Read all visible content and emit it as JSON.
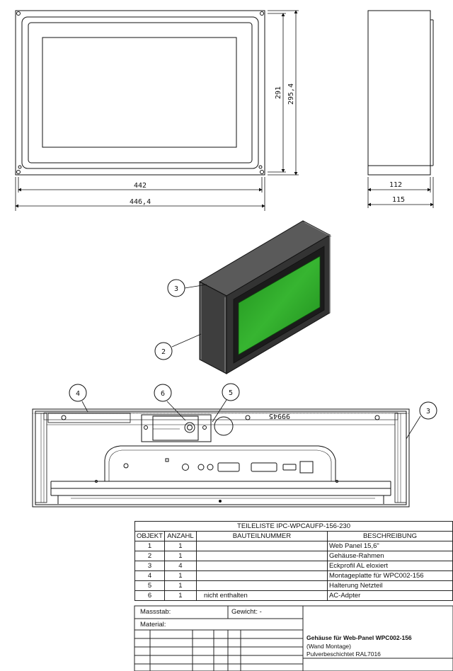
{
  "drawing": {
    "dimensions": {
      "width_inner": "442",
      "width_outer": "446,4",
      "height_inner": "291",
      "height_outer": "295,4",
      "depth_inner": "112",
      "depth_outer": "115"
    },
    "balloons": {
      "b3_iso": "3",
      "b2_iso": "2",
      "b4_sec": "4",
      "b6_sec": "6",
      "b5_sec": "5",
      "b3_sec": "3"
    },
    "section_label": "99945"
  },
  "parts_list": {
    "title": "TEILELISTE IPC-WPCAUFP-156-230",
    "headers": {
      "objekt": "OBJEKT",
      "anzahl": "ANZAHL",
      "bauteilnummer": "BAUTEILNUMMER",
      "beschreibung": "BESCHREIBUNG"
    },
    "rows": [
      {
        "objekt": "1",
        "anzahl": "1",
        "bauteilnummer": "",
        "beschreibung": "Web Panel 15,6\""
      },
      {
        "objekt": "2",
        "anzahl": "1",
        "bauteilnummer": "",
        "beschreibung": "Gehäuse-Rahmen"
      },
      {
        "objekt": "3",
        "anzahl": "4",
        "bauteilnummer": "",
        "beschreibung": "Eckprofil AL eloxiert"
      },
      {
        "objekt": "4",
        "anzahl": "1",
        "bauteilnummer": "",
        "beschreibung": "Montageplatte für WPC002-156"
      },
      {
        "objekt": "5",
        "anzahl": "1",
        "bauteilnummer": "",
        "beschreibung": "Halterung Netzteil"
      },
      {
        "objekt": "6",
        "anzahl": "1",
        "bauteilnummer": "nicht enthalten",
        "beschreibung": "AC-Adpter"
      }
    ]
  },
  "title_block": {
    "massstab": "Massstab:",
    "gewicht": "Gewicht: -",
    "material": "Material:",
    "desc_line1": "Gehäuse für Web-Panel WPC002-156",
    "desc_line2": "(Wand Montage)",
    "desc_line3": "Pulverbeschichtet RAL7016"
  },
  "colors": {
    "screen_green": "#2fae2a",
    "housing_dark": "#4a4a4a",
    "line": "#111111"
  }
}
